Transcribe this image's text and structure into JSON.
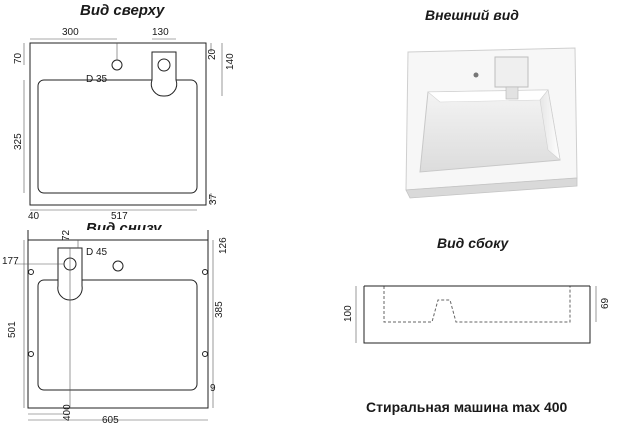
{
  "titles": {
    "top_view": "Вид сверху",
    "exterior_view": "Внешний вид",
    "bottom_view": "Вид снизу",
    "side_view": "Вид сбоку",
    "caption": "Стиральная машина max 400"
  },
  "top_view_dims": {
    "d300": "300",
    "d130": "130",
    "d70": "70",
    "d20": "20",
    "d140": "140",
    "hole": "D 35",
    "d325": "325",
    "d37": "37",
    "d40": "40",
    "d517": "517"
  },
  "bottom_view_dims": {
    "d72": "72",
    "hole": "D 45",
    "d126": "126",
    "d177": "177",
    "d385": "385",
    "d501": "501",
    "d9": "9",
    "d400": "400",
    "d605": "605"
  },
  "side_view_dims": {
    "d100": "100",
    "d69": "69"
  }
}
